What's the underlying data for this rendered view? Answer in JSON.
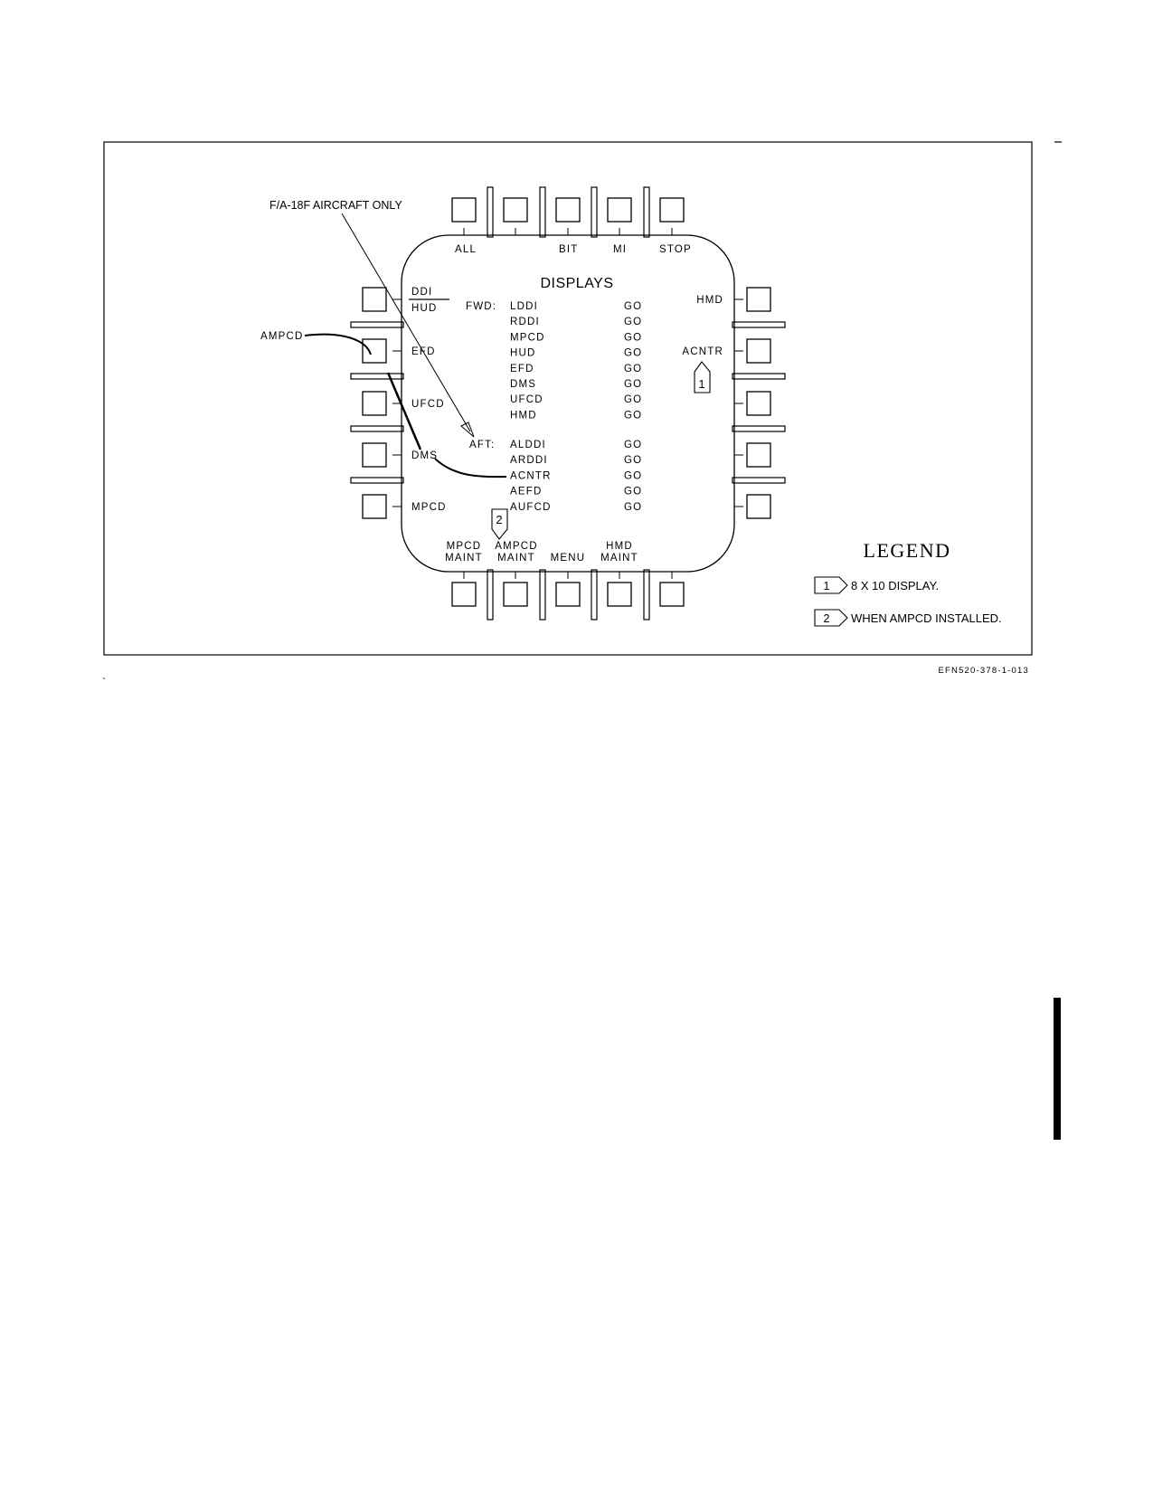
{
  "top_buttons": [
    "ALL",
    "",
    "BIT",
    "MI",
    "STOP"
  ],
  "left_buttons": [
    {
      "top": "DDI",
      "bottom": "HUD"
    },
    {
      "top": "EFD",
      "bottom": ""
    },
    {
      "top": "UFCD",
      "bottom": ""
    },
    {
      "top": "DMS",
      "bottom": ""
    },
    {
      "top": "MPCD",
      "bottom": ""
    }
  ],
  "right_buttons": [
    "HMD",
    "ACNTR",
    "",
    "",
    ""
  ],
  "bottom_buttons": [
    {
      "line1": "MPCD",
      "line2": "MAINT"
    },
    {
      "line1": "AMPCD",
      "line2": "MAINT"
    },
    {
      "line1": "",
      "line2": "MENU"
    },
    {
      "line1": "HMD",
      "line2": "MAINT"
    },
    {
      "line1": "",
      "line2": ""
    }
  ],
  "display": {
    "title": "DISPLAYS",
    "fwd_label": "FWD:",
    "fwd": [
      {
        "name": "LDDI",
        "status": "GO"
      },
      {
        "name": "RDDI",
        "status": "GO"
      },
      {
        "name": "MPCD",
        "status": "GO"
      },
      {
        "name": "HUD",
        "status": "GO"
      },
      {
        "name": "EFD",
        "status": "GO"
      },
      {
        "name": "DMS",
        "status": "GO"
      },
      {
        "name": "UFCD",
        "status": "GO"
      },
      {
        "name": "HMD",
        "status": "GO"
      }
    ],
    "aft_label": "AFT:",
    "aft": [
      {
        "name": "ALDDI",
        "status": "GO"
      },
      {
        "name": "ARDDI",
        "status": "GO"
      },
      {
        "name": "ACNTR",
        "status": "GO"
      },
      {
        "name": "AEFD",
        "status": "GO"
      },
      {
        "name": "AUFCD",
        "status": "GO"
      }
    ]
  },
  "callouts": {
    "fa18f": "F/A-18F AIRCRAFT ONLY",
    "ampcd": "AMPCD",
    "note1": "1",
    "note2": "2"
  },
  "legend": {
    "title": "LEGEND",
    "items": [
      {
        "num": "1",
        "text": "8 X 10 DISPLAY."
      },
      {
        "num": "2",
        "text": "WHEN AMPCD INSTALLED."
      }
    ]
  },
  "figure_id": "EFN520-378-1-013",
  "stray_mark": "`"
}
